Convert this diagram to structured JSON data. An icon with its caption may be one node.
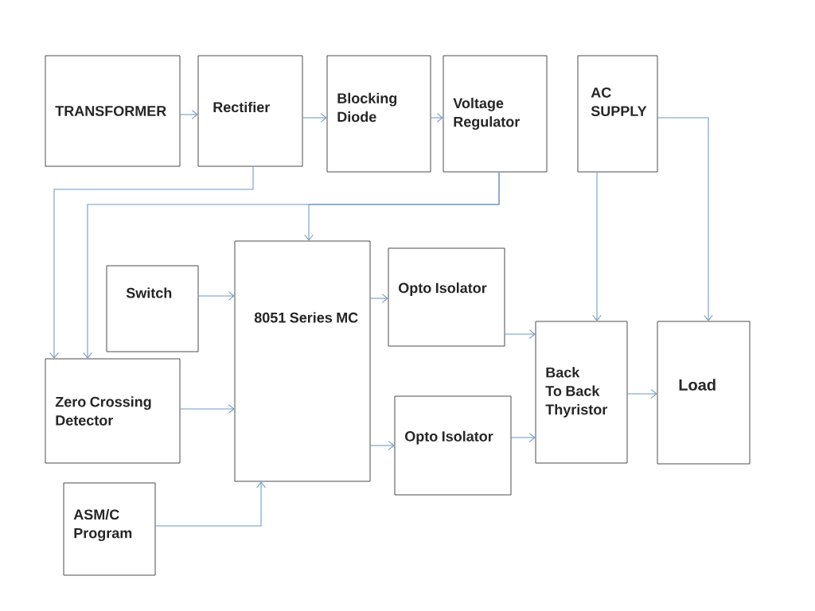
{
  "diagram": {
    "nodes": [
      {
        "text": [
          "TRANSFORMER"
        ]
      },
      {
        "text": [
          "Rectifier"
        ]
      },
      {
        "text": [
          "Blocking Diode"
        ]
      },
      {
        "text": [
          "Voltage Regulator"
        ]
      },
      {
        "text": [
          "AC SUPPLY"
        ]
      },
      {
        "text": [
          "8051 Series MC"
        ]
      },
      {
        "text": [
          "Switch"
        ]
      },
      {
        "text": [
          "Opto Isolator"
        ]
      },
      {
        "text": [
          "Zero Crossing Detector"
        ]
      },
      {
        "text": [
          "Opto Isolator"
        ]
      },
      {
        "text": [
          "Back To Back Thyristor"
        ]
      },
      {
        "text": [
          "Load"
        ]
      },
      {
        "text": [
          "ASM/C Program"
        ]
      }
    ],
    "edges": [
      {
        "from": 0,
        "to": 1,
        "arrow": "to"
      },
      {
        "from": 1,
        "to": 2,
        "arrow": "to"
      },
      {
        "from": 2,
        "to": 3,
        "arrow": "to"
      },
      {
        "from": 1,
        "to": 8,
        "arrow": "to"
      },
      {
        "from": 3,
        "to": 8,
        "arrow": "to"
      },
      {
        "from": 3,
        "to": 5,
        "arrow": "to"
      },
      {
        "from": 4,
        "to": 11,
        "arrow": "to"
      },
      {
        "from": 4,
        "to": 10,
        "arrow": "to"
      },
      {
        "from": 6,
        "to": 5,
        "arrow": "to"
      },
      {
        "from": 8,
        "to": 5,
        "arrow": "to"
      },
      {
        "from": 12,
        "to": 5,
        "arrow": "to"
      },
      {
        "from": 5,
        "to": 7,
        "arrow": "to"
      },
      {
        "from": 5,
        "to": 9,
        "arrow": "to"
      },
      {
        "from": 7,
        "to": 10,
        "arrow": "to"
      },
      {
        "from": 9,
        "to": 10,
        "arrow": "to"
      },
      {
        "from": 10,
        "to": 11,
        "arrow": "to"
      }
    ]
  }
}
